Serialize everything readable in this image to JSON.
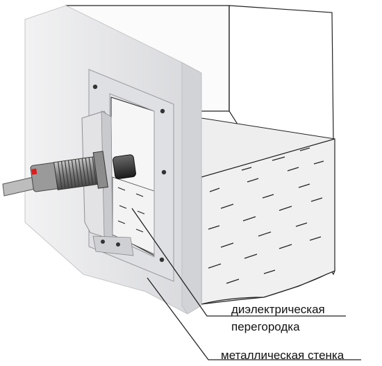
{
  "labels": {
    "dielectric_line1": "диэлектрическая",
    "dielectric_line2": "перегородка",
    "metal_wall": "металлическая стенка"
  },
  "colors": {
    "wall_fill": "#e6e6e8",
    "wall_edge": "#cfd0d3",
    "tank_top": "#f4f4f4",
    "tank_front": "#ececec",
    "tank_side": "#d8d8d8",
    "frame": "#dcdde0",
    "sensor_body": "#8d8d8d",
    "sensor_tip": "#2e2e2e",
    "sensor_led": "#d42020",
    "line": "#222222"
  },
  "icons": [
    "capacitive-sensor-icon",
    "mounting-bracket-icon",
    "bolt-icon"
  ]
}
